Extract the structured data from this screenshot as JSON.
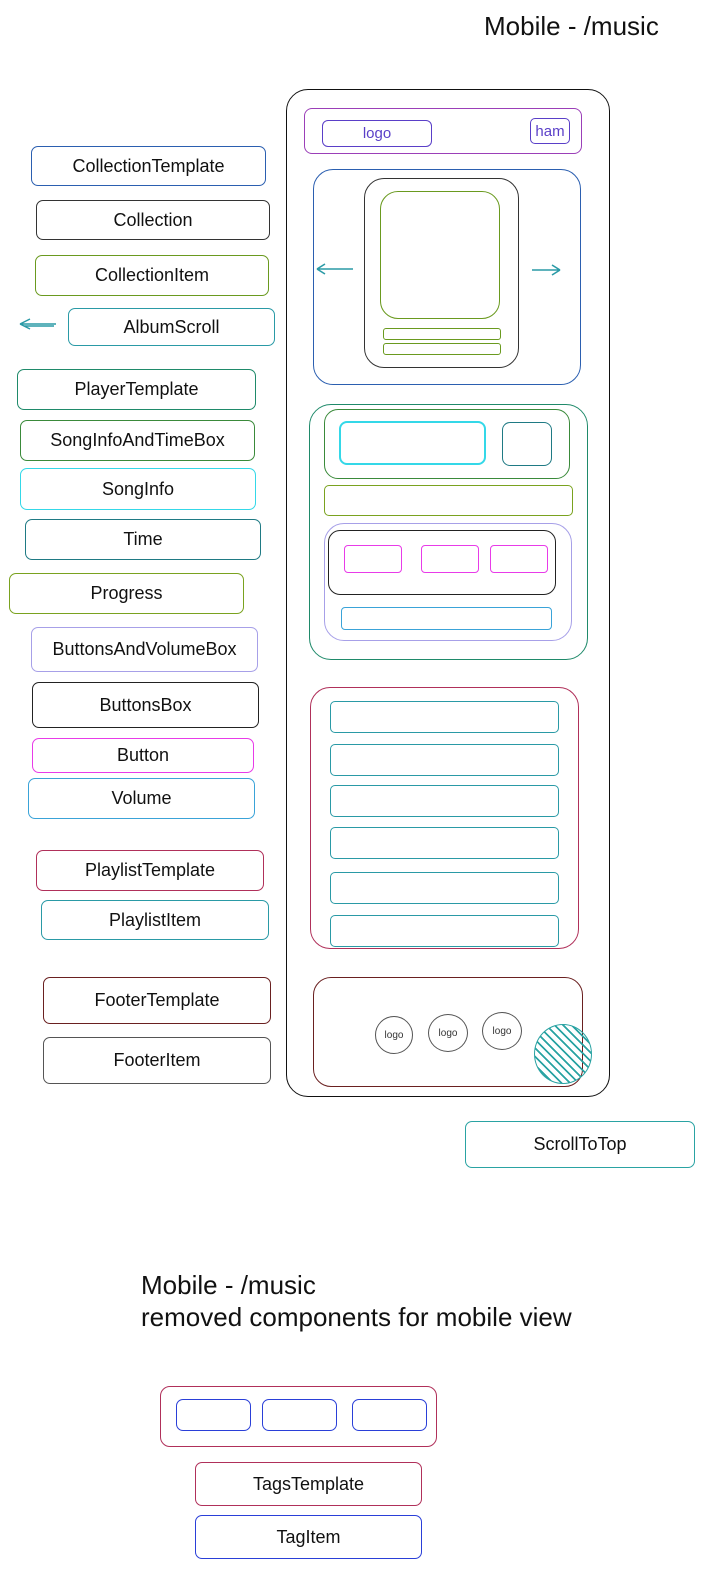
{
  "top_heading": "Mobile - /music",
  "labels": [
    {
      "text": "CollectionTemplate",
      "color": "#2b5fb0"
    },
    {
      "text": "Collection",
      "color": "#333333"
    },
    {
      "text": "CollectionItem",
      "color": "#6a9a1f"
    },
    {
      "text": "AlbumScroll",
      "color": "#2a9aa6"
    },
    {
      "text": "PlayerTemplate",
      "color": "#1f8a6a"
    },
    {
      "text": "SongInfoAndTimeBox",
      "color": "#3a8a3a"
    },
    {
      "text": "SongInfo",
      "color": "#34d8e8"
    },
    {
      "text": "Time",
      "color": "#1f7a84"
    },
    {
      "text": "Progress",
      "color": "#7aa21f"
    },
    {
      "text": "ButtonsAndVolumeBox",
      "color": "#a7a0e8"
    },
    {
      "text": "ButtonsBox",
      "color": "#222222"
    },
    {
      "text": "Button",
      "color": "#e83be8"
    },
    {
      "text": "Volume",
      "color": "#3aa3d8"
    },
    {
      "text": "PlaylistTemplate",
      "color": "#b0305a"
    },
    {
      "text": "PlaylistItem",
      "color": "#2a9aa6"
    },
    {
      "text": "FooterTemplate",
      "color": "#6a2020"
    },
    {
      "text": "FooterItem",
      "color": "#555555"
    }
  ],
  "mockup": {
    "header_logo": "logo",
    "header_ham": "ham",
    "footer_logos": [
      "logo",
      "logo",
      "logo"
    ],
    "playlist_item_count": 6
  },
  "scroll_to_top_label": "ScrollToTop",
  "bottom_heading_line1": "Mobile - /music",
  "bottom_heading_line2": "removed components for mobile view",
  "tags_template_label": "TagsTemplate",
  "tag_item_label": "TagItem",
  "colors": {
    "frame": "#111111",
    "header": "#9b3fb8",
    "logo": "#5a3fc8",
    "collection_template": "#2b5fb0",
    "collection": "#333333",
    "collection_item": "#6a9a1f",
    "album_scroll": "#2a9aa6",
    "player_template": "#1f8a6a",
    "song_info_time_box": "#3a8a3a",
    "song_info": "#34d8e8",
    "time": "#1f7a84",
    "progress": "#7aa21f",
    "buttons_volume_box": "#a7a0e8",
    "buttons_box": "#222222",
    "button": "#e83be8",
    "volume": "#3aa3d8",
    "playlist_template": "#b0305a",
    "playlist_item": "#2a9aa6",
    "footer_template": "#6a2020",
    "footer_item": "#555555",
    "scroll_to_top": "#2aa3a3",
    "tags_template": "#b0305a",
    "tag_item": "#2a3fd8"
  }
}
